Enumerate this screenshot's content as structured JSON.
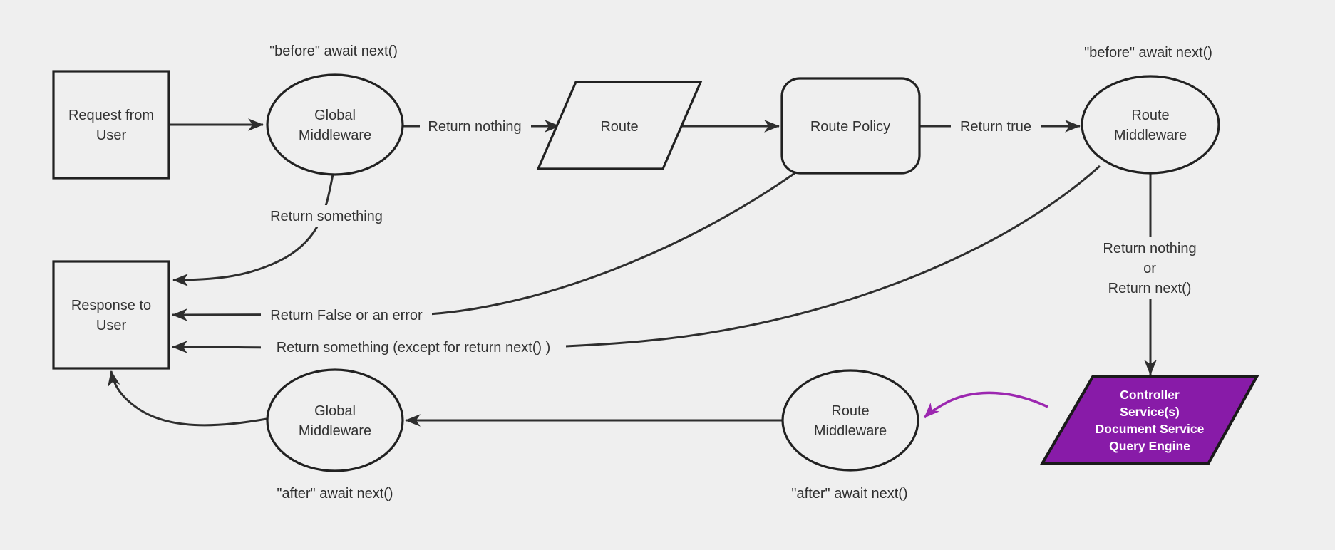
{
  "canvas": {
    "background": "#efefef",
    "node_stroke": "#212121",
    "edge_color": "#2e2e2e",
    "text_color": "#333333",
    "purple_fill": "#881ba8",
    "purple_edge": "#9c27b0",
    "purple_text": "#ffffff"
  },
  "nodes": {
    "request": {
      "shape": "rectangle",
      "lines": [
        "Request from",
        "User"
      ]
    },
    "global_middleware_top": {
      "shape": "ellipse",
      "lines": [
        "Global",
        "Middleware"
      ]
    },
    "route": {
      "shape": "parallelogram",
      "lines": [
        "Route"
      ]
    },
    "route_policy": {
      "shape": "rounded-rectangle",
      "lines": [
        "Route Policy"
      ]
    },
    "route_middleware_top": {
      "shape": "ellipse",
      "lines": [
        "Route",
        "Middleware"
      ]
    },
    "response": {
      "shape": "rectangle",
      "lines": [
        "Response to",
        "User"
      ]
    },
    "global_middleware_bottom": {
      "shape": "ellipse",
      "lines": [
        "Global",
        "Middleware"
      ]
    },
    "route_middleware_bottom": {
      "shape": "ellipse",
      "lines": [
        "Route",
        "Middleware"
      ]
    },
    "controller_services": {
      "shape": "parallelogram",
      "lines": [
        "Controller",
        "Service(s)",
        "Document Service",
        "Query Engine"
      ]
    }
  },
  "annotations": {
    "before_await_left": "\"before\" await next()",
    "before_await_right": "\"before\" await next()",
    "after_await_left": "\"after\" await next()",
    "after_await_right": "\"after\" await next()"
  },
  "edge_labels": {
    "return_nothing": "Return nothing",
    "return_true": "Return true",
    "return_something": "Return something",
    "return_false_or_error": "Return False or an error",
    "return_something_except": "Return something (except for return next() )",
    "return_nothing_or": {
      "lines": [
        "Return nothing",
        "or",
        "Return next()"
      ]
    }
  }
}
